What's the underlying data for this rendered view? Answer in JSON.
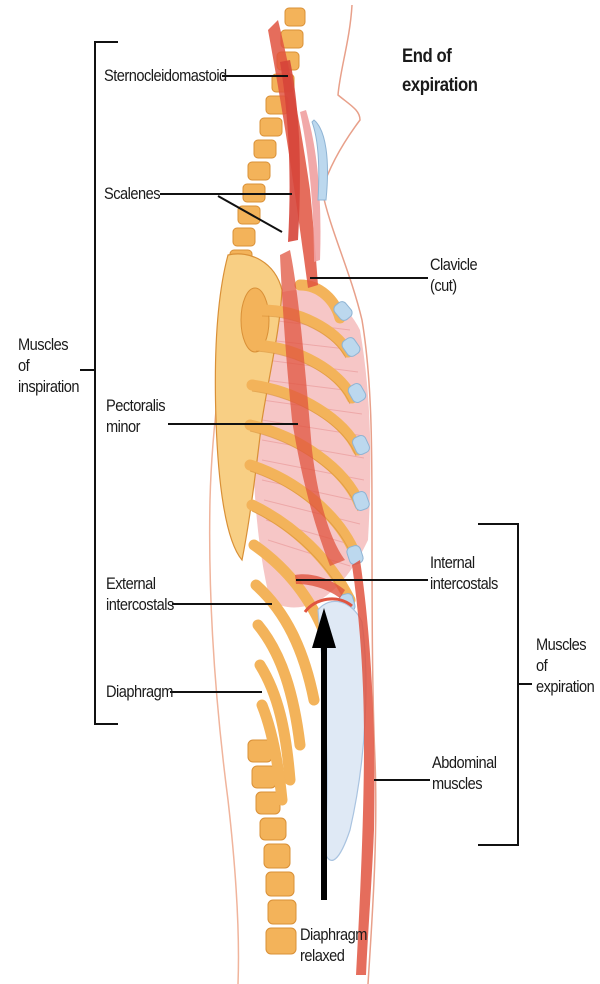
{
  "title": "End of\nexpiration",
  "labels": {
    "sternocleidomastoid": "Sternocleidomastoid",
    "scalenes": "Scalenes",
    "clavicle": "Clavicle\n(cut)",
    "pectoralis_minor": "Pectoralis\nminor",
    "external_intercostals": "External\nintercostals",
    "internal_intercostals": "Internal\nintercostals",
    "diaphragm": "Diaphragm",
    "abdominal_muscles": "Abdominal\nmuscles",
    "diaphragm_relaxed": "Diaphragm\nrelaxed"
  },
  "groups": {
    "inspiration": "Muscles\nof\ninspiration",
    "expiration": "Muscles\nof\nexpiration"
  },
  "colors": {
    "bone": "#f3b35a",
    "bone_light": "#f8cf84",
    "muscle": "#e0543f",
    "muscle_light": "#f0a0a0",
    "intercostal": "#f6c6c6",
    "cartilage": "#bcd8ee",
    "diaphragm": "#dfe9f5",
    "line": "#111111"
  }
}
